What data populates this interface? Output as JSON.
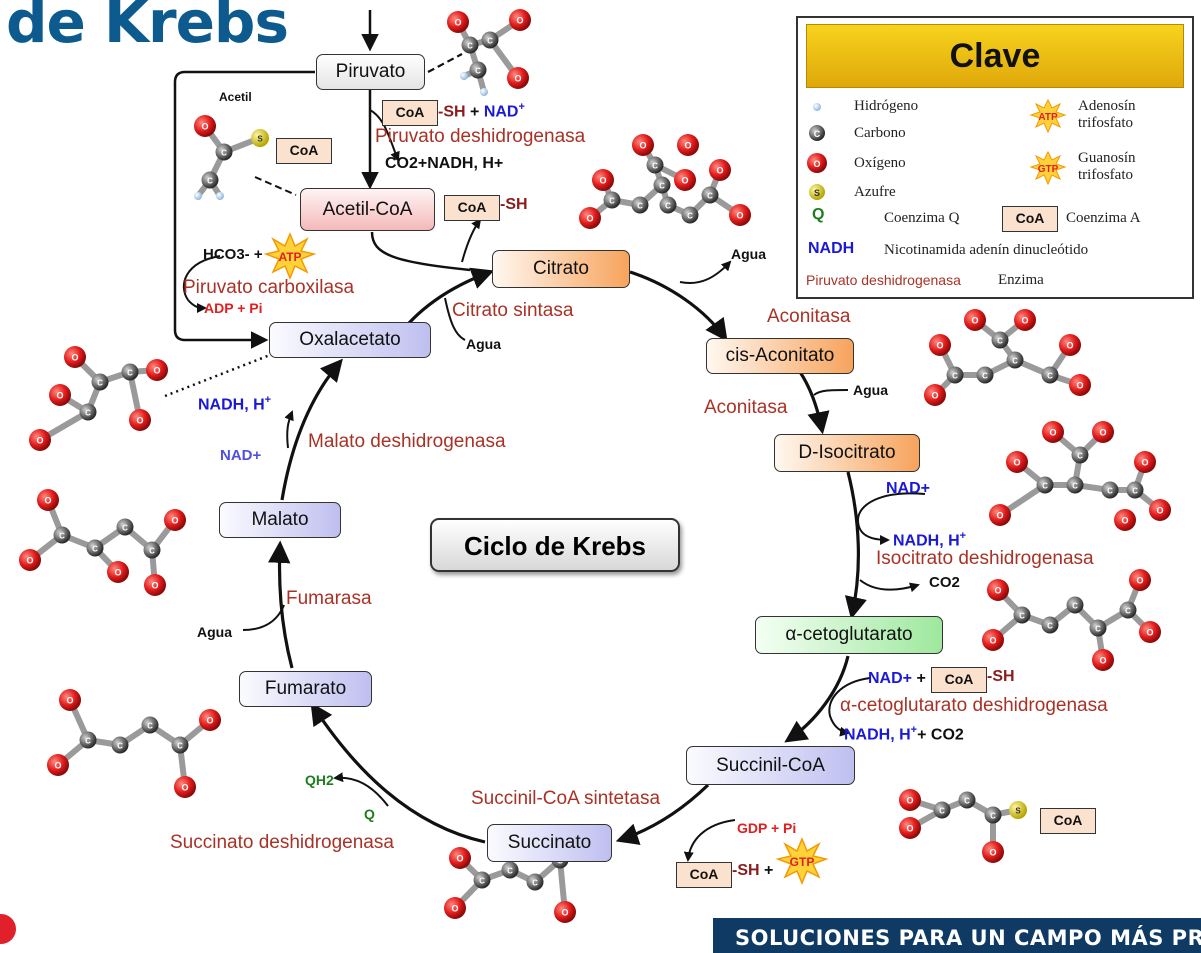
{
  "title": "de Krebs",
  "center_label": "Ciclo de Krebs",
  "footer_banner": "SOLUCIONES PARA UN CAMPO MÁS PRO",
  "colors": {
    "title_blue": "#0d5a8e",
    "enzyme_red": "#a93226",
    "nadh_blue": "#1a1ad6",
    "coenzyme_q_green": "#1e7d1e",
    "banner_navy": "#0f3a63",
    "clave_yellow": "#f2c515"
  },
  "legend": {
    "header": "Clave",
    "hidrogeno": "Hidrógeno",
    "carbono": "Carbono",
    "oxigeno": "Oxígeno",
    "azufre": "Azufre",
    "atp_line1": "Adenosín",
    "atp_line2": "trifosfato",
    "gtp_line1": "Guanosín",
    "gtp_line2": "trifosfato",
    "q_symbol": "Q",
    "q_label": "Coenzima Q",
    "coa_symbol": "CoA",
    "coa_label": "Coenzima A",
    "nadh_symbol": "NADH",
    "nadh_label": "Nicotinamida adenín dinucleótido",
    "enzyme_example": "Piruvato deshidrogenasa",
    "enzyme_label": "Enzima"
  },
  "atom_letters": {
    "carbon": "C",
    "oxygen": "O",
    "sulfur": "S"
  },
  "metabolites": {
    "piruvato": "Piruvato",
    "acetil_coa": "Acetil-CoA",
    "citrato": "Citrato",
    "cis_aconitato": "cis-Aconitato",
    "d_isocitrato": "D-Isocitrato",
    "alfa_cetoglutarato": "α-cetoglutarato",
    "succinil_coa": "Succinil-CoA",
    "succinato": "Succinato",
    "fumarato": "Fumarato",
    "malato": "Malato",
    "oxalacetato": "Oxalacetato"
  },
  "enzymes": {
    "piruvato_deshidrogenasa": "Piruvato deshidrogenasa",
    "piruvato_carboxilasa": "Piruvato carboxilasa",
    "citrato_sintasa": "Citrato sintasa",
    "aconitasa_1": "Aconitasa",
    "aconitasa_2": "Aconitasa",
    "isocitrato_deshidrogenasa": "Isocitrato deshidrogenasa",
    "alfa_cetoglutarato_deshidrogenasa": "α-cetoglutarato deshidrogenasa",
    "succinil_coa_sintetasa": "Succinil-CoA sintetasa",
    "succinato_deshidrogenasa": "Succinato deshidrogenasa",
    "fumarasa": "Fumarasa",
    "malato_deshidrogenasa": "Malato deshidrogenasa"
  },
  "cofactors": {
    "acetil": "Acetil",
    "coa": "CoA",
    "sh": "-SH",
    "plus": "+",
    "nad": "NAD",
    "nad_plus": "NAD+",
    "nadh_h": "NADH, H",
    "co2": "CO2",
    "co2_nadh": "CO2+NADH, H+",
    "hco3": "HCO3- +",
    "atp": "ATP",
    "adp_pi": "ADP + Pi",
    "gdp_pi": "GDP + Pi",
    "gtp": "GTP",
    "agua": "Agua",
    "q": "Q",
    "qh2": "QH2",
    "plus_co2": "+ CO2"
  }
}
